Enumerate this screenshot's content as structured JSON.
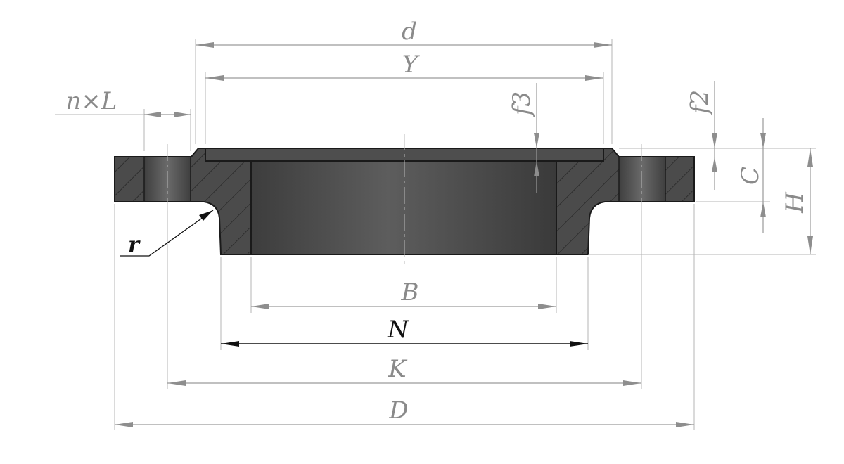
{
  "labels": {
    "d": "d",
    "Y": "Y",
    "nxL": "n×L",
    "f3": "f3",
    "f2": "f2",
    "C": "C",
    "H": "H",
    "r": "r",
    "B": "B",
    "N": "N",
    "K": "K",
    "D": "D"
  },
  "colors": {
    "body_fill": "#4a4a4a",
    "bore_light": "#5c5c5c",
    "bore_dark": "#3c3c3c",
    "dimension_gray": "#9a9a9a",
    "outline": "#1a1a1a"
  }
}
